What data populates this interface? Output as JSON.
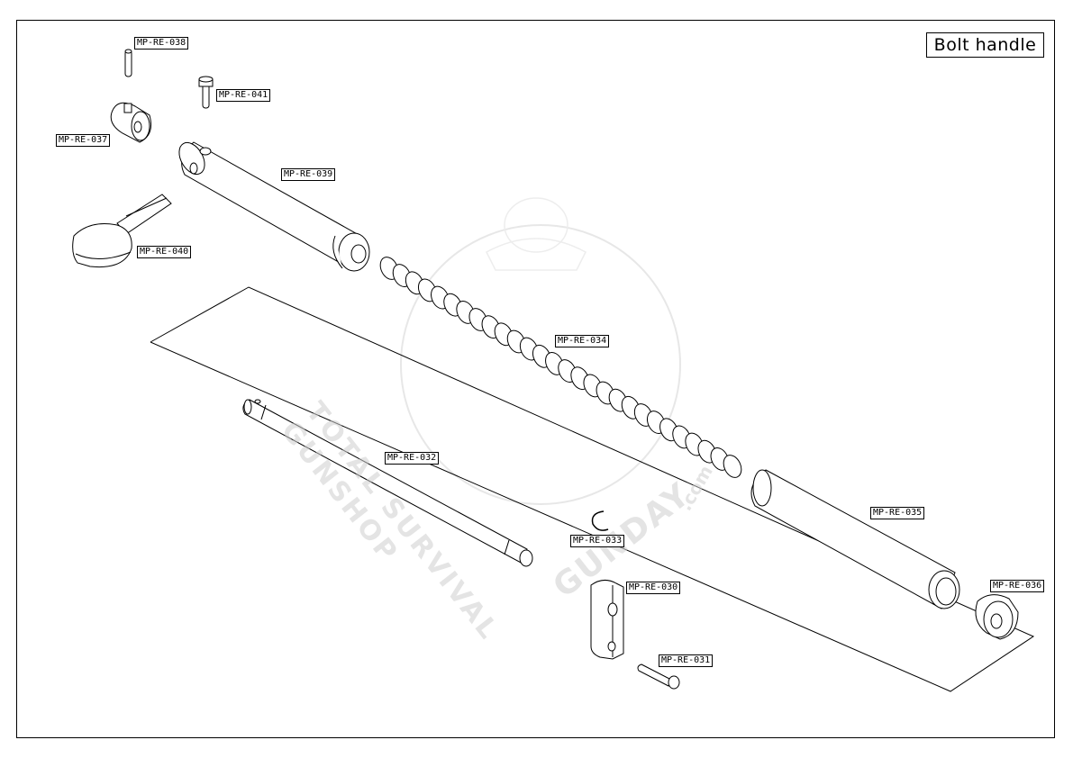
{
  "title": "Bolt handle",
  "watermark": {
    "arc_text": "TOTAL SURVIVAL GUNSHOP",
    "brand": "GUNDAY",
    "suffix": ".com"
  },
  "parts": [
    {
      "id": "MP-RE-038"
    },
    {
      "id": "MP-RE-041"
    },
    {
      "id": "MP-RE-037"
    },
    {
      "id": "MP-RE-039"
    },
    {
      "id": "MP-RE-040"
    },
    {
      "id": "MP-RE-034"
    },
    {
      "id": "MP-RE-032"
    },
    {
      "id": "MP-RE-033"
    },
    {
      "id": "MP-RE-035"
    },
    {
      "id": "MP-RE-036"
    },
    {
      "id": "MP-RE-030"
    },
    {
      "id": "MP-RE-031"
    }
  ]
}
